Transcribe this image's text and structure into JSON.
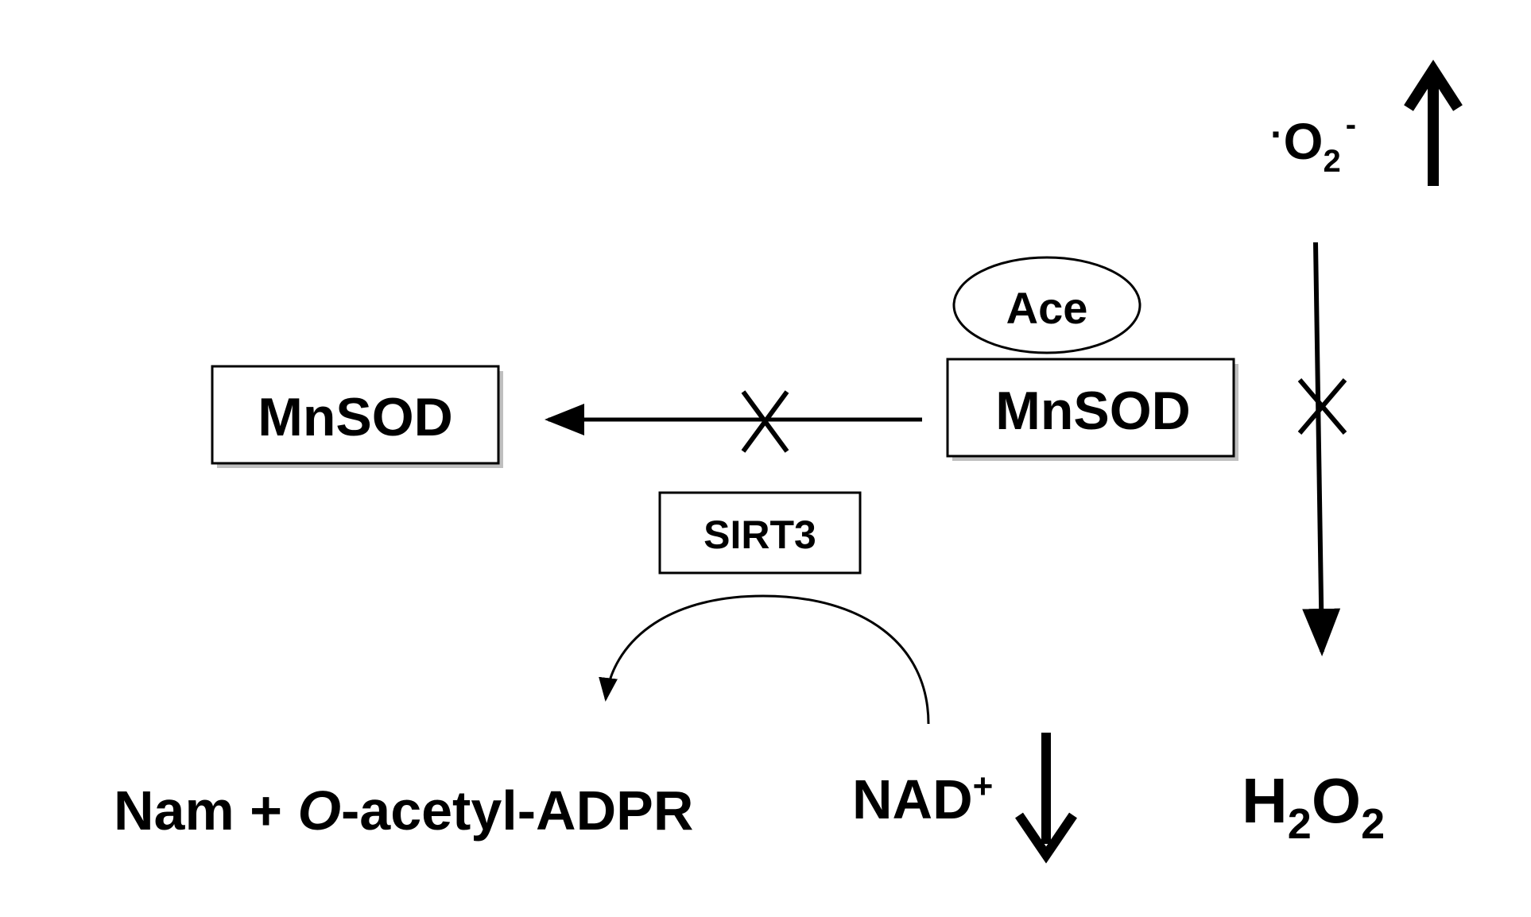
{
  "nodes": {
    "mnsod_deacetylated": "MnSOD",
    "mnsod_acetylated": "MnSOD",
    "ace": "Ace",
    "sirt3": "SIRT3",
    "products": {
      "prefix": "Nam + ",
      "italic": "O",
      "suffix": "-acetyl-ADPR"
    },
    "nad": {
      "base": "NAD",
      "sup": "+"
    },
    "superoxide": {
      "dot": "·",
      "base": "O",
      "sub": "2",
      "sup": "-"
    },
    "h2o2": {
      "h": "H",
      "sub1": "2",
      "o": "O",
      "sub2": "2"
    }
  },
  "colors": {
    "ink": "#000000",
    "shadow": "#bfbfbf",
    "background": "#ffffff"
  }
}
